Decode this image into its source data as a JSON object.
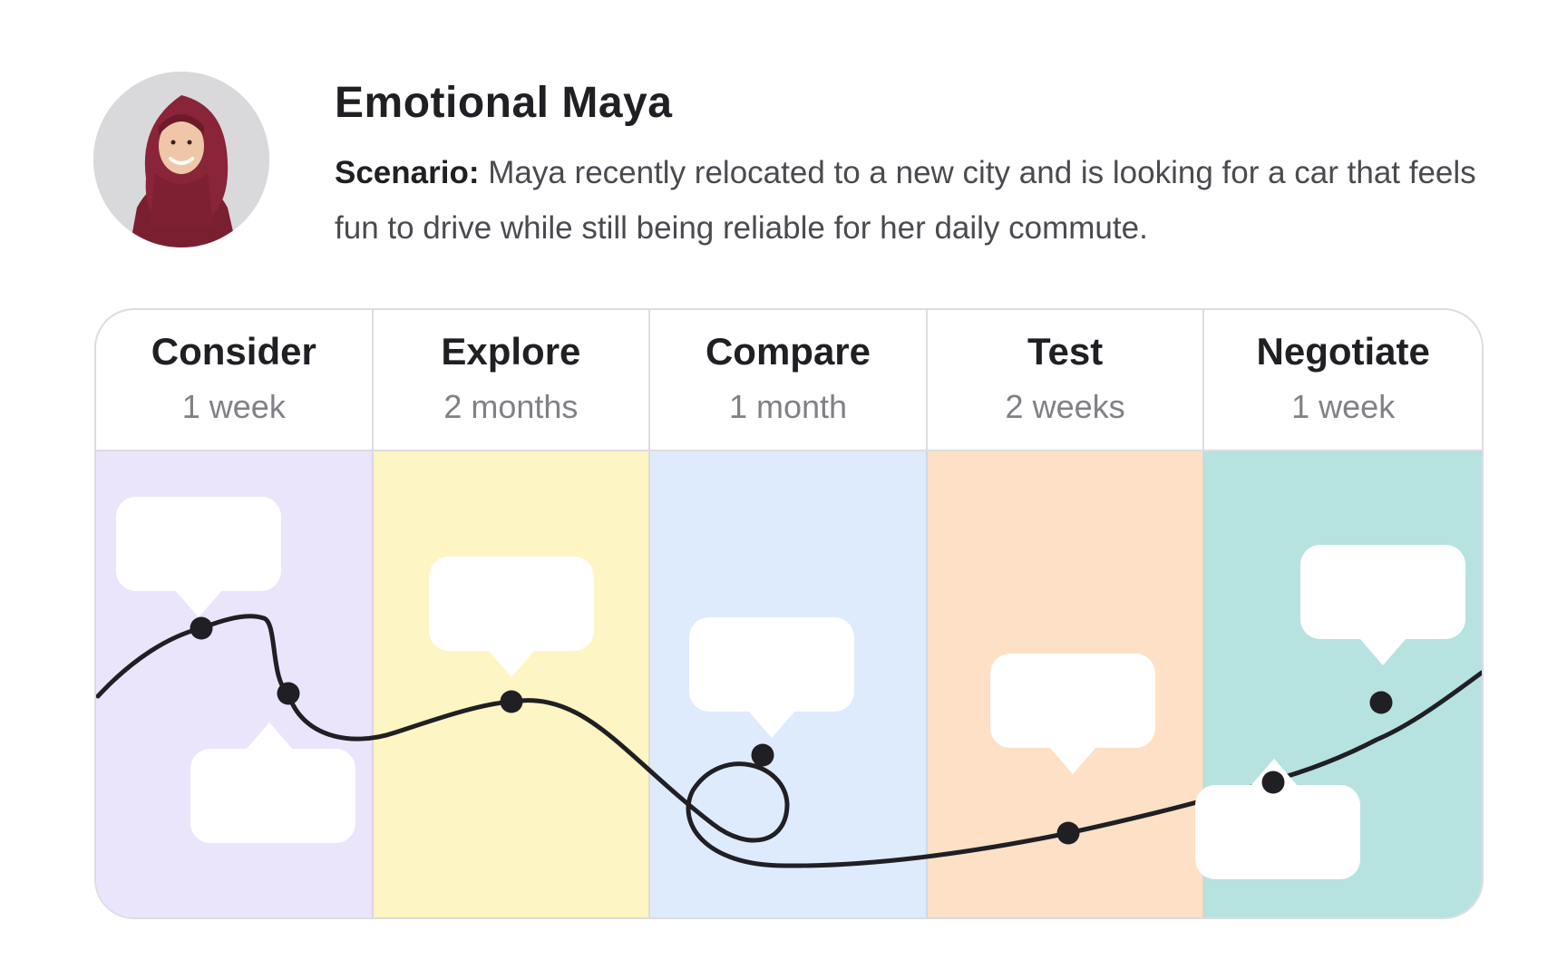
{
  "persona": {
    "name": "Emotional Maya",
    "scenario_label": "Scenario:",
    "scenario_text": " Maya recently relocated to a new city and is looking for a car that feels fun to drive while still being reliable for her daily commute."
  },
  "stages": [
    {
      "name": "Consider",
      "duration": "1 week",
      "color": "#ebe5fc"
    },
    {
      "name": "Explore",
      "duration": "2 months",
      "color": "#fdf5c3"
    },
    {
      "name": "Compare",
      "duration": "1 month",
      "color": "#deebfc"
    },
    {
      "name": "Test",
      "duration": "2 weeks",
      "color": "#fde0c6"
    },
    {
      "name": "Negotiate",
      "duration": "1 week",
      "color": "#b6e3df"
    }
  ],
  "colors": {
    "curve": "#1f1f24",
    "border": "#dcdce0",
    "callout": "#ffffff"
  }
}
